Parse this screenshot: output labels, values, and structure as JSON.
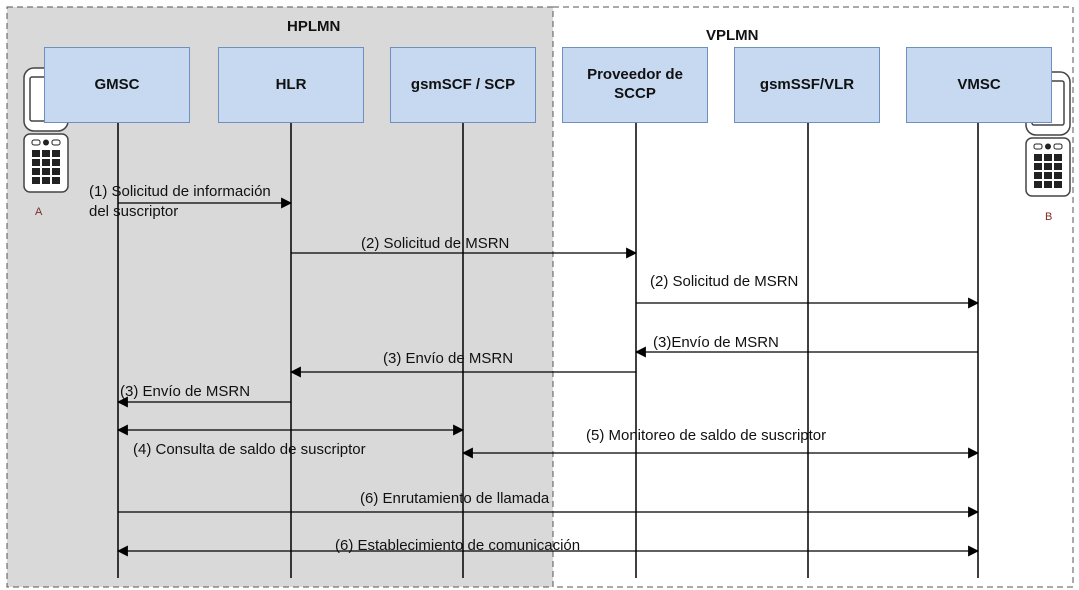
{
  "regions": {
    "home": "HPLMN",
    "visited": "VPLMN"
  },
  "entities": [
    {
      "id": "gmsc",
      "label": "GMSC"
    },
    {
      "id": "hlr",
      "label": "HLR"
    },
    {
      "id": "scp",
      "label": "gsmSCF / SCP"
    },
    {
      "id": "sccp",
      "label": "Proveedor de\nSCCP"
    },
    {
      "id": "ssf",
      "label": "gsmSSF/VLR"
    },
    {
      "id": "vmsc",
      "label": "VMSC"
    }
  ],
  "terminals": {
    "a": {
      "label": "A",
      "icon": "mobile-phone-icon"
    },
    "b": {
      "label": "B",
      "icon": "mobile-phone-icon"
    }
  },
  "messages": [
    {
      "from": "gmsc",
      "to": "hlr",
      "label": "(1) Solicitud de información\n     del suscriptor",
      "direction": "forward"
    },
    {
      "from": "hlr",
      "to": "sccp",
      "label": "(2) Solicitud de MSRN",
      "direction": "forward"
    },
    {
      "from": "sccp",
      "to": "vmsc",
      "label": "(2) Solicitud de MSRN",
      "direction": "forward"
    },
    {
      "from": "vmsc",
      "to": "sccp",
      "label": "(3)Envío de MSRN",
      "direction": "forward"
    },
    {
      "from": "sccp",
      "to": "hlr",
      "label": "(3) Envío de MSRN",
      "direction": "forward"
    },
    {
      "from": "hlr",
      "to": "gmsc",
      "label": "(3) Envío de MSRN",
      "direction": "forward"
    },
    {
      "from": "gmsc",
      "to": "scp",
      "label": "(4) Consulta de saldo de suscriptor",
      "direction": "both"
    },
    {
      "from": "scp",
      "to": "vmsc",
      "label": "(5) Monitoreo de saldo de suscriptor",
      "direction": "both"
    },
    {
      "from": "gmsc",
      "to": "vmsc",
      "label": "(6) Enrutamiento de llamada",
      "direction": "forward"
    },
    {
      "from": "gmsc",
      "to": "vmsc",
      "label": "(6) Establecimiento de comunicación",
      "direction": "both"
    }
  ],
  "colors": {
    "home_region_fill": "#d9d9d9",
    "entity_fill": "#c6d9f1",
    "line": "#000000",
    "terminal_label": "#7b2d26"
  }
}
